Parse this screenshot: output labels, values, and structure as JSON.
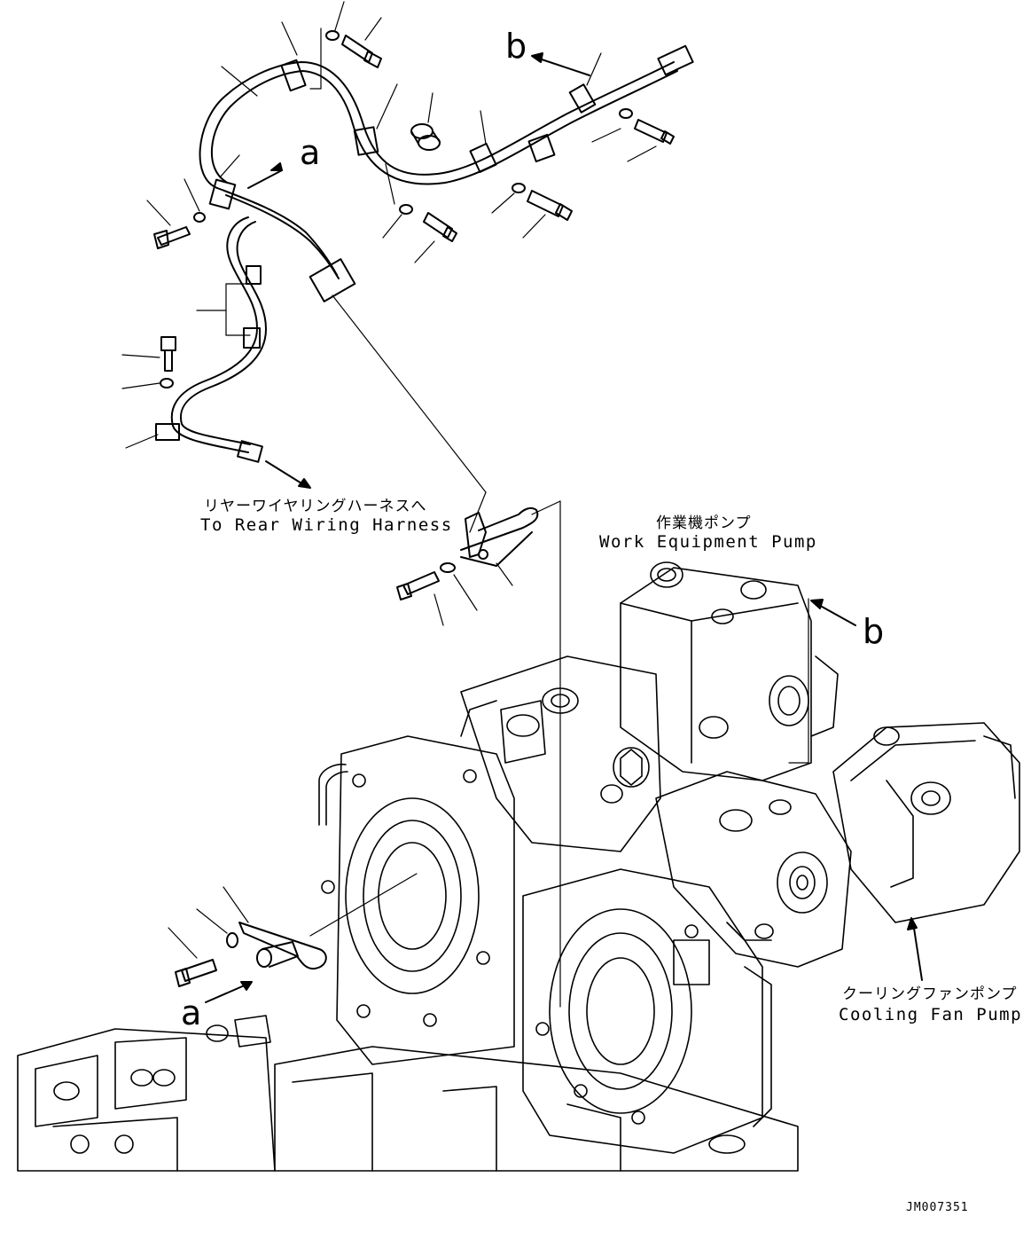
{
  "labels": {
    "rear_harness_jp": "リヤーワイヤリングハーネスへ",
    "rear_harness_en": "To Rear Wiring Harness",
    "work_pump_jp": "作業機ポンプ",
    "work_pump_en": "Work Equipment Pump",
    "cooling_pump_jp": "クーリングファンポンプ",
    "cooling_pump_en": "Cooling Fan Pump",
    "callout_a_top": "a",
    "callout_a_bottom": "a",
    "callout_b_top": "b",
    "callout_b_right": "b",
    "drawing_code": "JM007351"
  }
}
